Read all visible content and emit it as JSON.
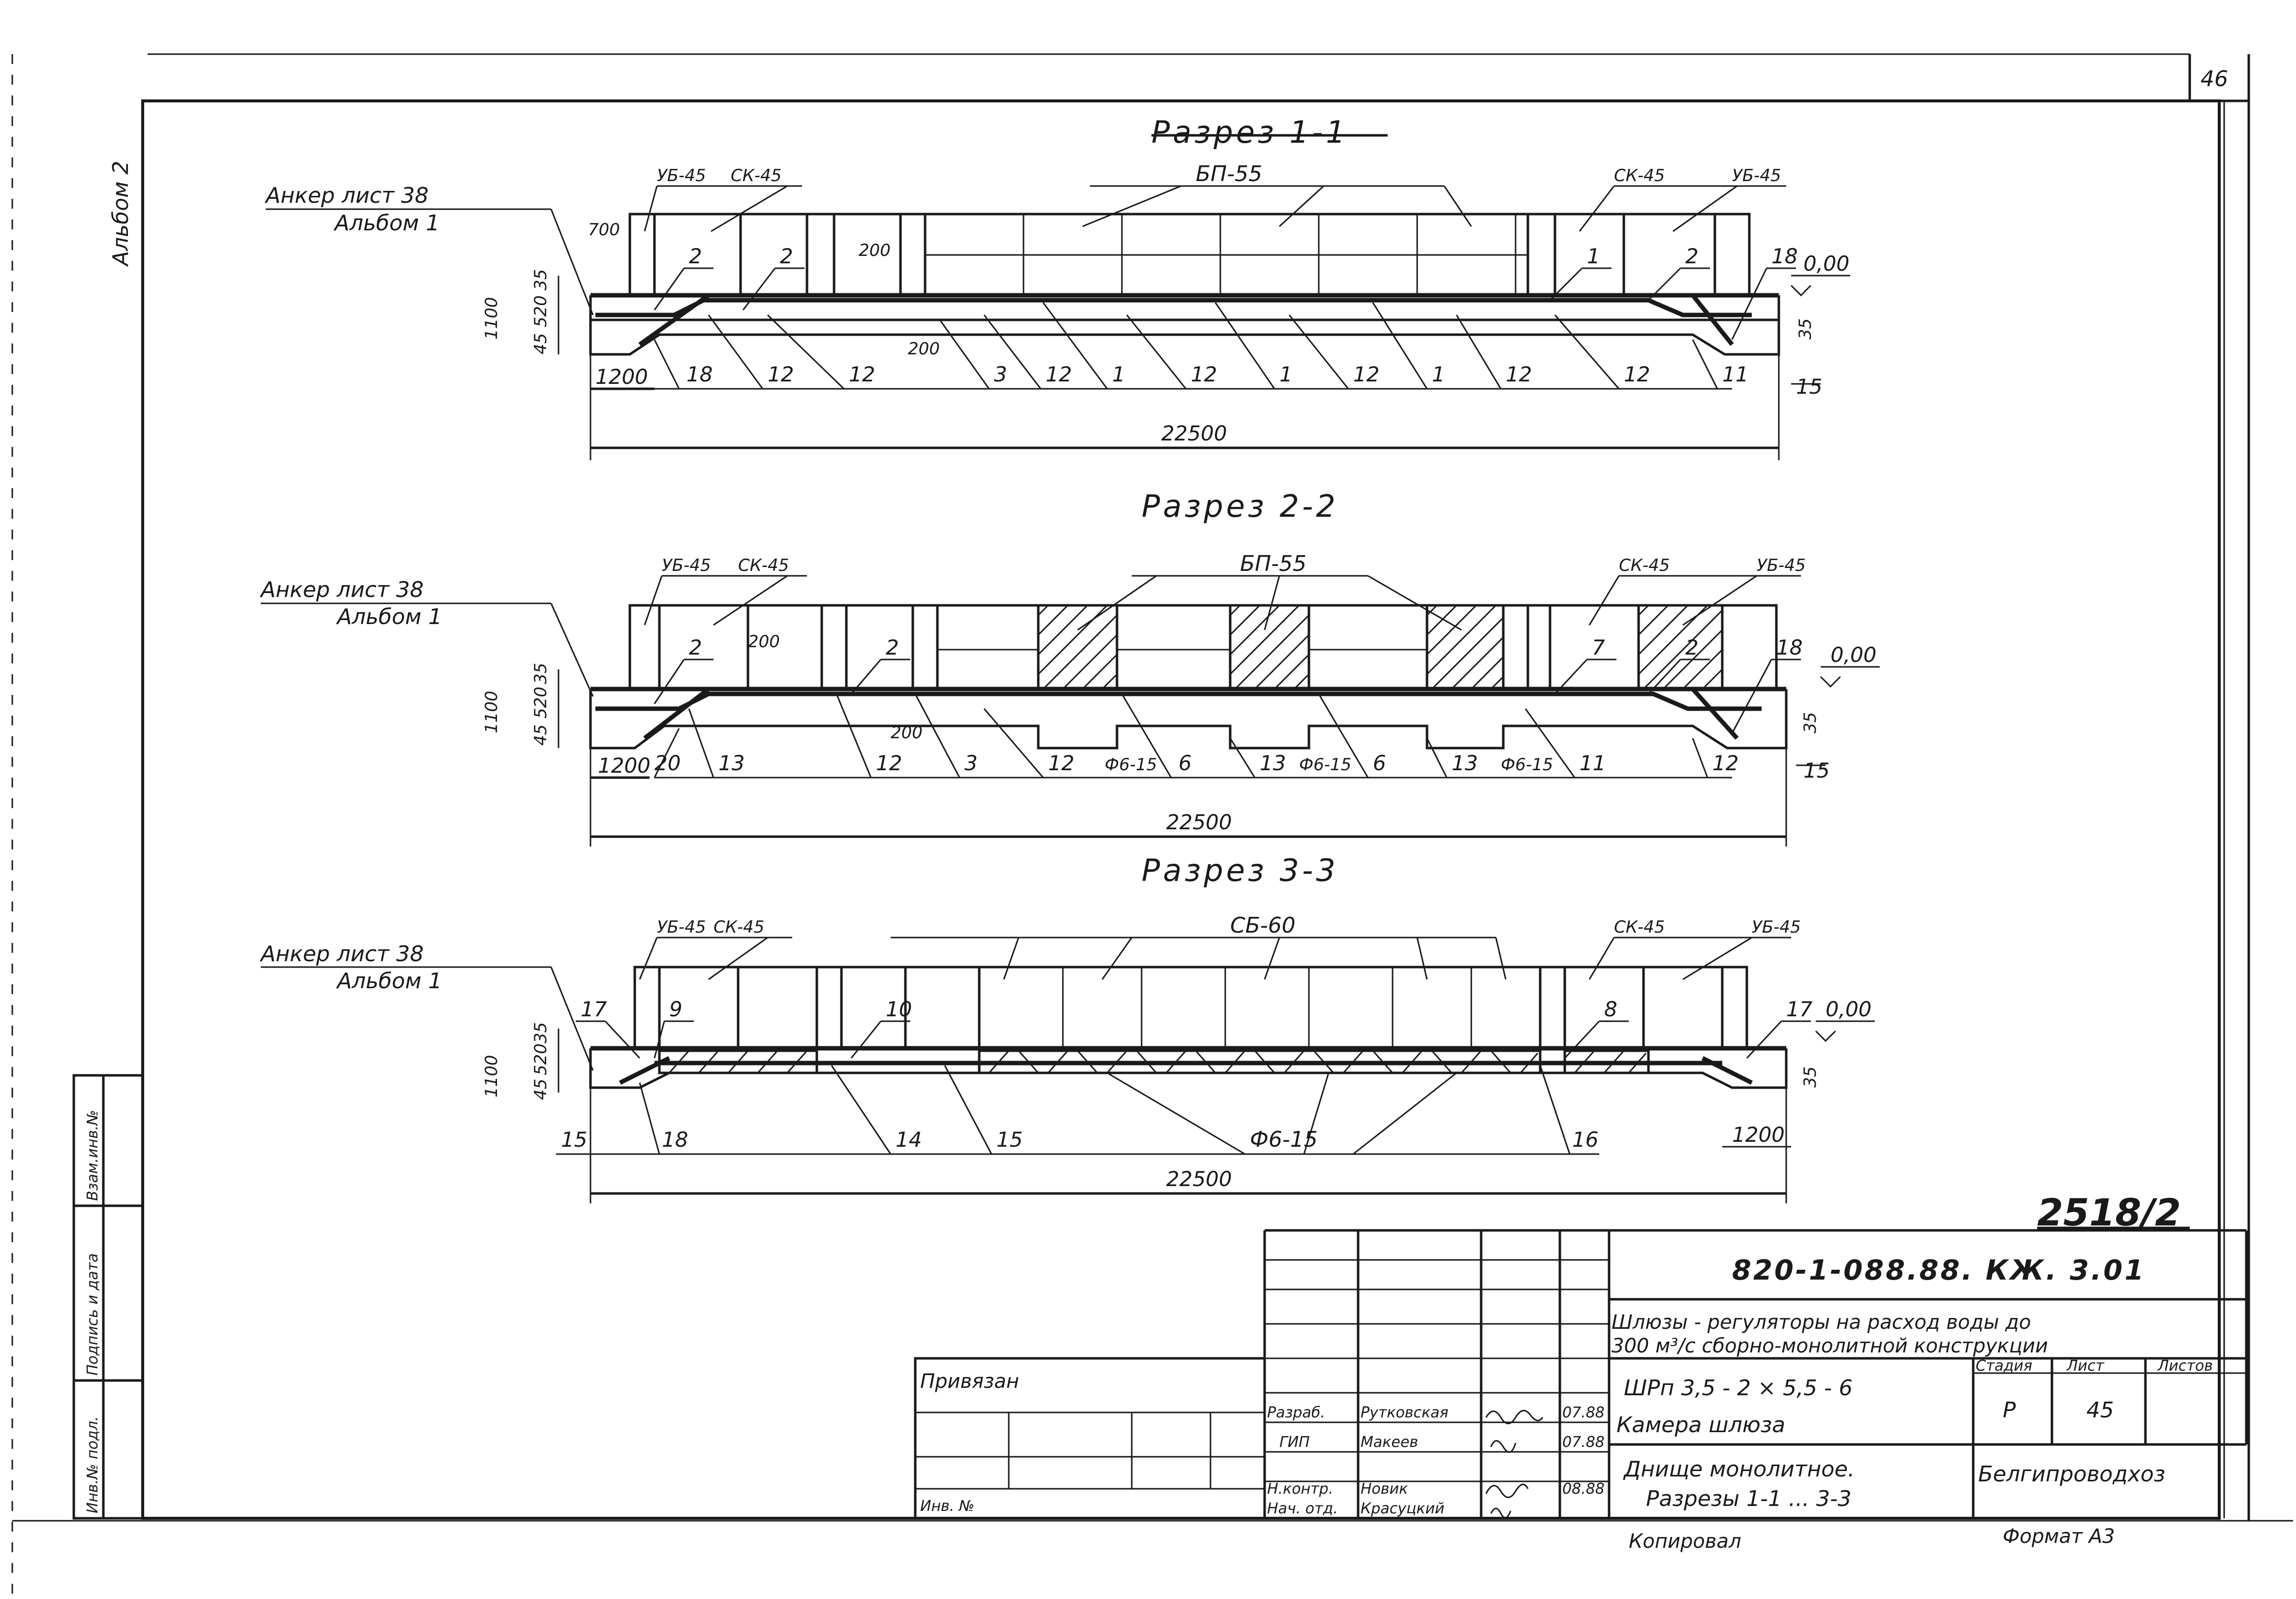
{
  "sheet": {
    "sheet_number": "46",
    "album_label": "Альбом 2",
    "stamp_number": "2518/2",
    "side_stamp": [
      "Инв.№ подл.",
      "Подпись и дата",
      "Взам.инв.№"
    ]
  },
  "sections": [
    {
      "title": "Разрез 1-1",
      "anchor": [
        "Анкер лист 38",
        "Альбом 1"
      ],
      "top_labels": [
        "УБ-45",
        "СК-45",
        "БП-55",
        "СК-45",
        "УБ-45"
      ],
      "bottom_labels": [
        "18",
        "12",
        "12",
        "3",
        "12",
        "1",
        "12",
        "1",
        "12",
        "1",
        "12",
        "12",
        "11"
      ],
      "upper_marks": [
        "2",
        "2",
        "1",
        "2",
        "18"
      ],
      "dims": {
        "overall": "22500",
        "h_total": "1100",
        "left_part": "1200",
        "top_block": "700",
        "d200a": "200",
        "d200b": "200",
        "d35": "35",
        "d35r": "35",
        "d15": "15",
        "d45": "45",
        "d520": "520"
      },
      "level": "0,00"
    },
    {
      "title": "Разрез 2-2",
      "anchor": [
        "Анкер лист 38",
        "Альбом 1"
      ],
      "top_labels": [
        "УБ-45",
        "СК-45",
        "БП-55",
        "СК-45",
        "УБ-45"
      ],
      "bottom_labels": [
        "20",
        "13",
        "12",
        "3",
        "12",
        "Ф6-15",
        "6",
        "13",
        "Ф6-15",
        "6",
        "13",
        "Ф6-15",
        "11",
        "12"
      ],
      "upper_marks": [
        "2",
        "2",
        "7",
        "2",
        "18"
      ],
      "dims": {
        "overall": "22500",
        "h_total": "1100",
        "left_part": "1200",
        "d200a": "200",
        "d200b": "200",
        "d35": "35",
        "d35r": "35",
        "d15": "15",
        "d45": "45",
        "d520": "520"
      },
      "level": "0,00"
    },
    {
      "title": "Разрез 3-3",
      "anchor": [
        "Анкер лист 38",
        "Альбом 1"
      ],
      "top_labels": [
        "УБ-45",
        "СК-45",
        "СБ-60",
        "СК-45",
        "УБ-45"
      ],
      "bottom_labels": [
        "15",
        "18",
        "14",
        "15",
        "Ф6-15",
        "16",
        "1200"
      ],
      "upper_marks": [
        "17",
        "9",
        "10",
        "8",
        "17"
      ],
      "dims": {
        "overall": "22500",
        "h_total": "1100",
        "d35": "35",
        "d35r": "35",
        "d45": "45",
        "d520": "520"
      },
      "level": "0,00"
    }
  ],
  "title_block": {
    "doc_code": "820-1-088.88. КЖ. 3.01",
    "project_title": [
      "Шлюзы - регуляторы на расход воды до",
      "300 м³/с сборно-монолитной конструкции"
    ],
    "object_lines": [
      "ШРп 3,5 - 2 × 5,5 - 6",
      "Камера шлюза"
    ],
    "sheet_name": [
      "Днище монолитное.",
      "Разрезы 1-1 ... 3-3"
    ],
    "col_stage": "Стадия",
    "col_sheet": "Лист",
    "col_sheets": "Листов",
    "stage": "Р",
    "sheet": "45",
    "sheets": "",
    "organization": "Белгипроводхоз",
    "tied": "Привязан",
    "inv_no": "Инв. №",
    "copied": "Копировал",
    "format": "Формат А3",
    "people": [
      {
        "role": "Разраб.",
        "name": "Рутковская",
        "date": "07.88"
      },
      {
        "role": "ГИП",
        "name": "Макеев",
        "date": "07.88"
      },
      {
        "role": "Н.контр.",
        "name": "Новик",
        "date": "08.88"
      },
      {
        "role": "Нач. отд.",
        "name": "Красуцкий",
        "date": ""
      }
    ]
  }
}
